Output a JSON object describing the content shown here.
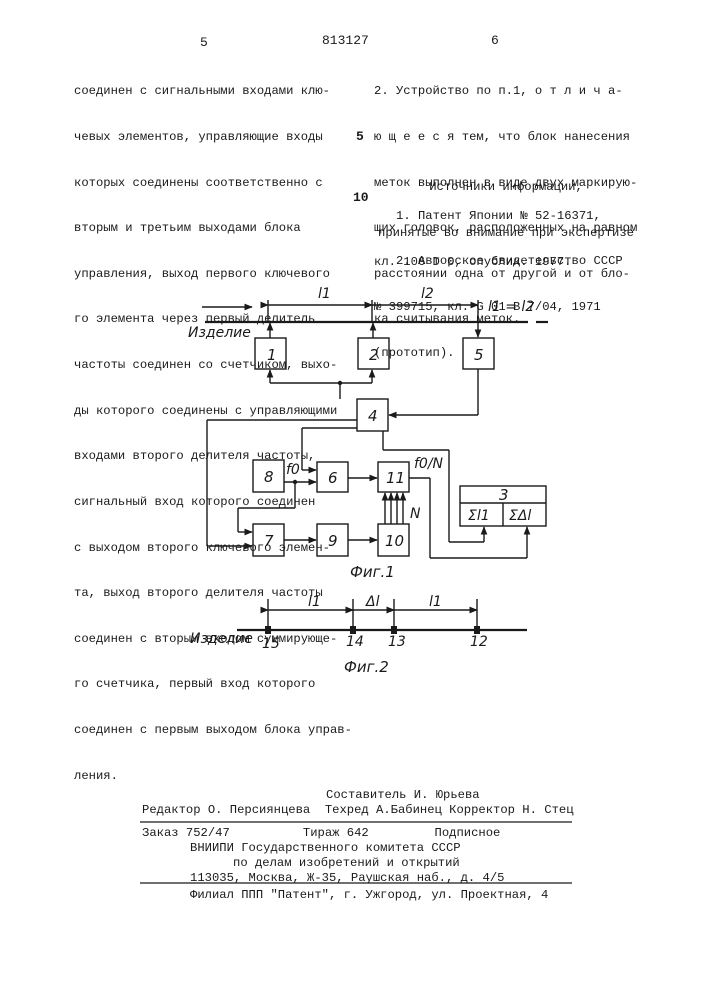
{
  "header": {
    "page_left": "5",
    "patent_number": "813127",
    "page_right": "6"
  },
  "left_column": [
    "соединен с сигнальными входами клю-",
    "чевых элементов, управляющие входы",
    "которых соединены соответственно с",
    "вторым и третьим выходами блока",
    "управления, выход первого ключевого",
    "го элемента через первый делитель",
    "частоты соединен со счетчиком, выхо-",
    "ды которого соединены с управляющими",
    "входами второго делителя частоты,",
    "сигнальный вход которого соединен",
    "с выходом второго ключевого элемен-",
    "та, выход второго делителя частоты",
    "соединен с вторым входом суммирующе-",
    "го счетчика, первый вход которого",
    "соединен с первым выходом блока управ-",
    "ления."
  ],
  "right_column": {
    "claim": [
      "2. Устройство по п.1, о т л и ч а-",
      "ю щ е е с я тем, что блок нанесения",
      "меток выполнен в виде двух маркирую-",
      "щих головок, расположенных на равном",
      "расстоянии одна от другой и от бло-",
      "ка считывания меток."
    ],
    "sources_title": [
      "Источники информации,",
      "принятые во внимание при экспертизе"
    ],
    "source_1": [
      "1. Патент Японии № 52-16371,",
      "кл. 106 D 0, опублик. 1977."
    ],
    "source_2": [
      "2. Авторское свидетельство СССР",
      "№ 399715, кл. G 01 В 7/04, 1971",
      "(прототип)."
    ]
  },
  "margin_marks": {
    "line5": "5",
    "line10": "10"
  },
  "figure1": {
    "caption": "Фиг.1",
    "label_product": "Изделие",
    "l1": "l1",
    "l2": "l2",
    "equation": "l1 = l2",
    "f0": "f0",
    "f0_over_n": "f0/N",
    "n": "N",
    "blocks": [
      "1",
      "2",
      "5",
      "4",
      "8",
      "6",
      "11",
      "3",
      "7",
      "9",
      "10"
    ],
    "block3_cells": [
      "Σl1",
      "ΣΔl"
    ]
  },
  "figure2": {
    "caption": "Фиг.2",
    "label_product": "Изделие",
    "dims": [
      "l1",
      "Δl",
      "l1"
    ],
    "marks": [
      "15",
      "14",
      "13",
      "12"
    ]
  },
  "imprint": {
    "compiler": "Составитель И. Юрьева",
    "editor_line": "Редактор О. Персиянцева  Техред А.Бабинец Корректор Н. Стец",
    "order_line": "Заказ 752/47          Тираж 642         Подписное",
    "org_1": "ВНИИПИ Государственного комитета СССР",
    "org_2": "по делам изобретений и открытий",
    "address": "113035, Москва, Ж-35, Раушская наб., д. 4/5",
    "branch": "Филиал ППП \"Патент\", г. Ужгород, ул. Проектная, 4"
  }
}
